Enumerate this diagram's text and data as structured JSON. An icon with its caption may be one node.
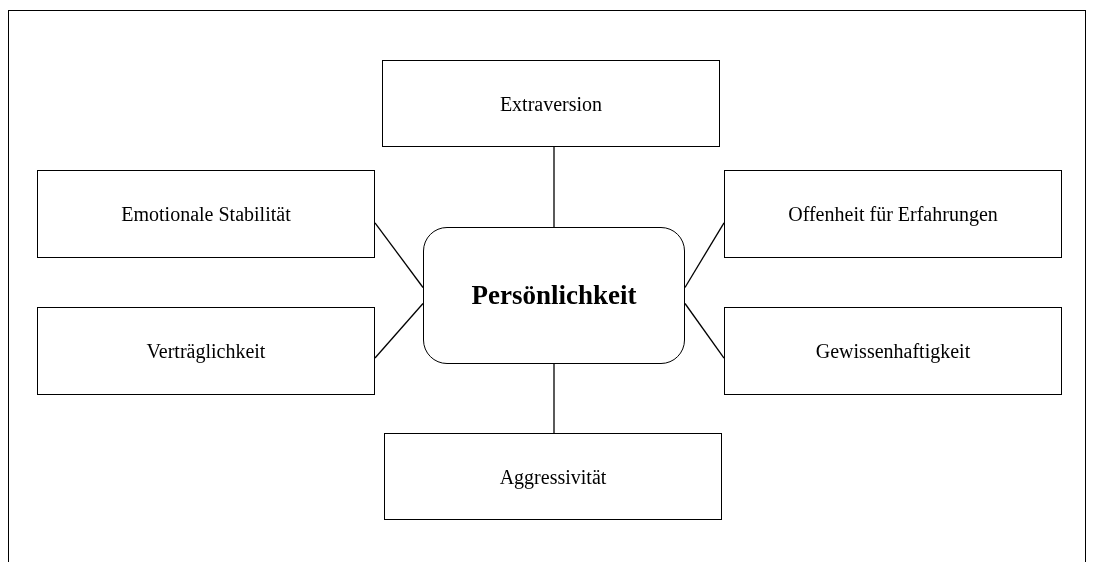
{
  "diagram": {
    "nodes": [
      {
        "text": [
          "Persönlichkeit"
        ]
      },
      {
        "text": [
          "Extraversion"
        ]
      },
      {
        "text": [
          "Emotionale Stabilität"
        ]
      },
      {
        "text": [
          "Offenheit für Erfahrungen"
        ]
      },
      {
        "text": [
          "Verträglichkeit"
        ]
      },
      {
        "text": [
          "Gewissenhaftigkeit"
        ]
      },
      {
        "text": [
          "Aggressivität"
        ]
      }
    ],
    "edges": [
      {
        "from": 1,
        "to": 0,
        "arrow": "none"
      },
      {
        "from": 2,
        "to": 0,
        "arrow": "none"
      },
      {
        "from": 3,
        "to": 0,
        "arrow": "none"
      },
      {
        "from": 4,
        "to": 0,
        "arrow": "none"
      },
      {
        "from": 5,
        "to": 0,
        "arrow": "none"
      },
      {
        "from": 6,
        "to": 0,
        "arrow": "none"
      }
    ]
  }
}
